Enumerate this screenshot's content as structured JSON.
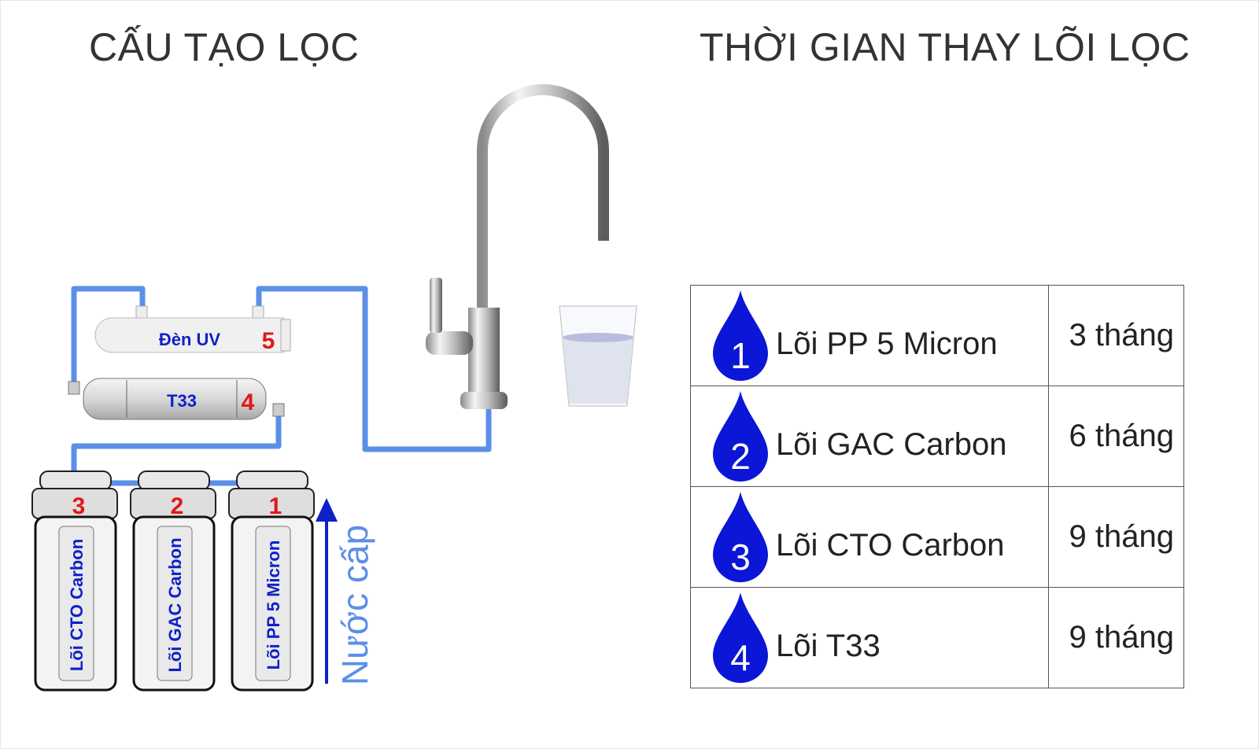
{
  "left_title": "CẤU TẠO LỌC",
  "right_title": "THỜI GIAN THAY LÕI LỌC",
  "diagram": {
    "uv_label": "Đèn UV",
    "uv_number": "5",
    "t33_label": "T33",
    "t33_number": "4",
    "filters": [
      {
        "number": "3",
        "label": "Lõi CTO Carbon"
      },
      {
        "number": "2",
        "label": "Lõi GAC Carbon"
      },
      {
        "number": "1",
        "label": "Lõi PP 5 Micron"
      }
    ],
    "inlet_label": "Nước cấp"
  },
  "schedule": [
    {
      "number": "1",
      "name": "Lõi PP 5 Micron",
      "interval": "3 tháng"
    },
    {
      "number": "2",
      "name": "Lõi GAC Carbon",
      "interval": "6 tháng"
    },
    {
      "number": "3",
      "name": "Lõi CTO Carbon",
      "interval": "9 tháng"
    },
    {
      "number": "4",
      "name": "Lõi T33",
      "interval": "9 tháng"
    }
  ],
  "colors": {
    "pipe": "#5b8fe8",
    "drop": "#0b16d6",
    "number": "#e01818",
    "label": "#1020c8"
  }
}
